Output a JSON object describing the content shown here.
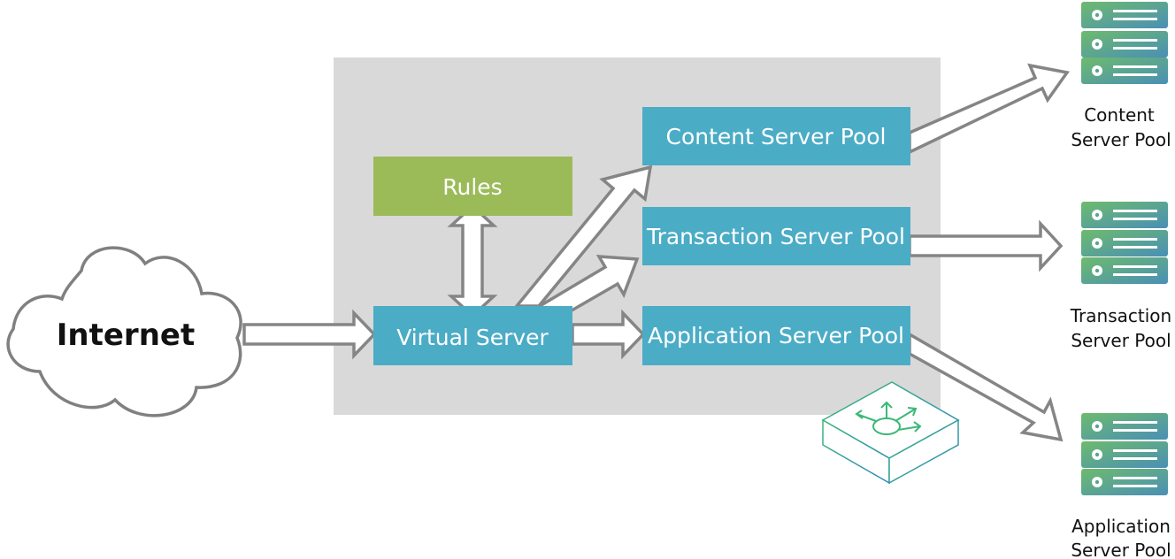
{
  "diagram": {
    "cloud_label": "Internet",
    "virtual_server_label": "Virtual Server",
    "rules_label": "Rules",
    "pools": [
      {
        "box_label": "Content Server Pool",
        "server_label_line1": "Content",
        "server_label_line2": "Server Pool"
      },
      {
        "box_label": "Transaction Server Pool",
        "server_label_line1": "Transaction",
        "server_label_line2": "Server Pool"
      },
      {
        "box_label": "Application Server Pool",
        "server_label_line1": "Application",
        "server_label_line2": "Server Pool"
      }
    ]
  },
  "colors": {
    "container": "#d9d9d9",
    "box_blue": "#4bacc6",
    "box_green": "#9bbb59",
    "arrow_outline": "#858585",
    "server_top": "#6dbb6d",
    "server_bottom": "#4a8fb6"
  },
  "icons": {
    "cloud": "cloud-icon",
    "server": "server-stack-icon",
    "load_balancer": "load-balancer-icon"
  }
}
